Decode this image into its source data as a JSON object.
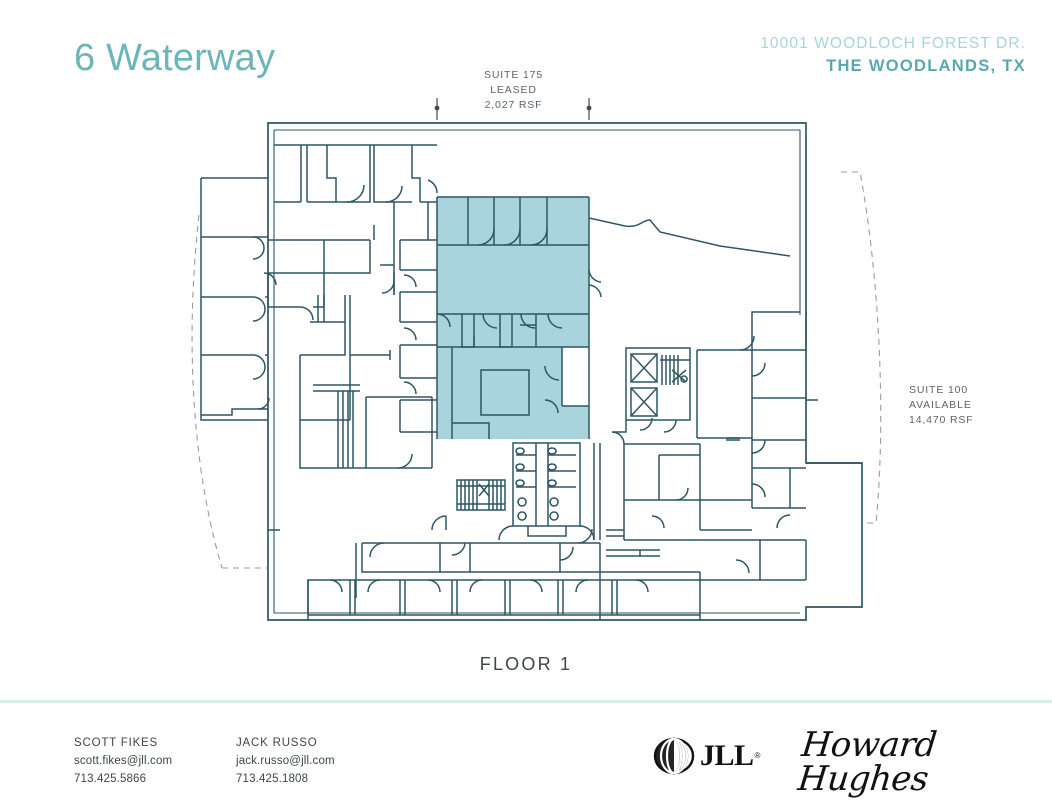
{
  "header": {
    "title": "6 Waterway",
    "address_line1": "10001 WOODLOCH FOREST DR.",
    "address_line2": "THE WOODLANDS, TX"
  },
  "plan": {
    "floor_label": "FLOOR 1",
    "highlight_color": "#a9d3dd",
    "wall_color": "#2e5663",
    "outline_color": "#2e5663",
    "envelope_color": "#9a9a9a",
    "callouts": [
      {
        "id": "suite-175",
        "suite": "SUITE 175",
        "status": "LEASED",
        "area": "2,027 RSF"
      },
      {
        "id": "suite-100",
        "suite": "SUITE 100",
        "status": "AVAILABLE",
        "area": "14,470 RSF"
      }
    ]
  },
  "footer": {
    "contacts": [
      {
        "name": "SCOTT FIKES",
        "email": "scott.fikes@jll.com",
        "phone": "713.425.5866"
      },
      {
        "name": "JACK RUSSO",
        "email": "jack.russo@jll.com",
        "phone": "713.425.1808"
      }
    ],
    "logos": {
      "jll_word": "JLL",
      "jll_registered": "®",
      "howard_hughes": "Howard Hughes"
    }
  }
}
